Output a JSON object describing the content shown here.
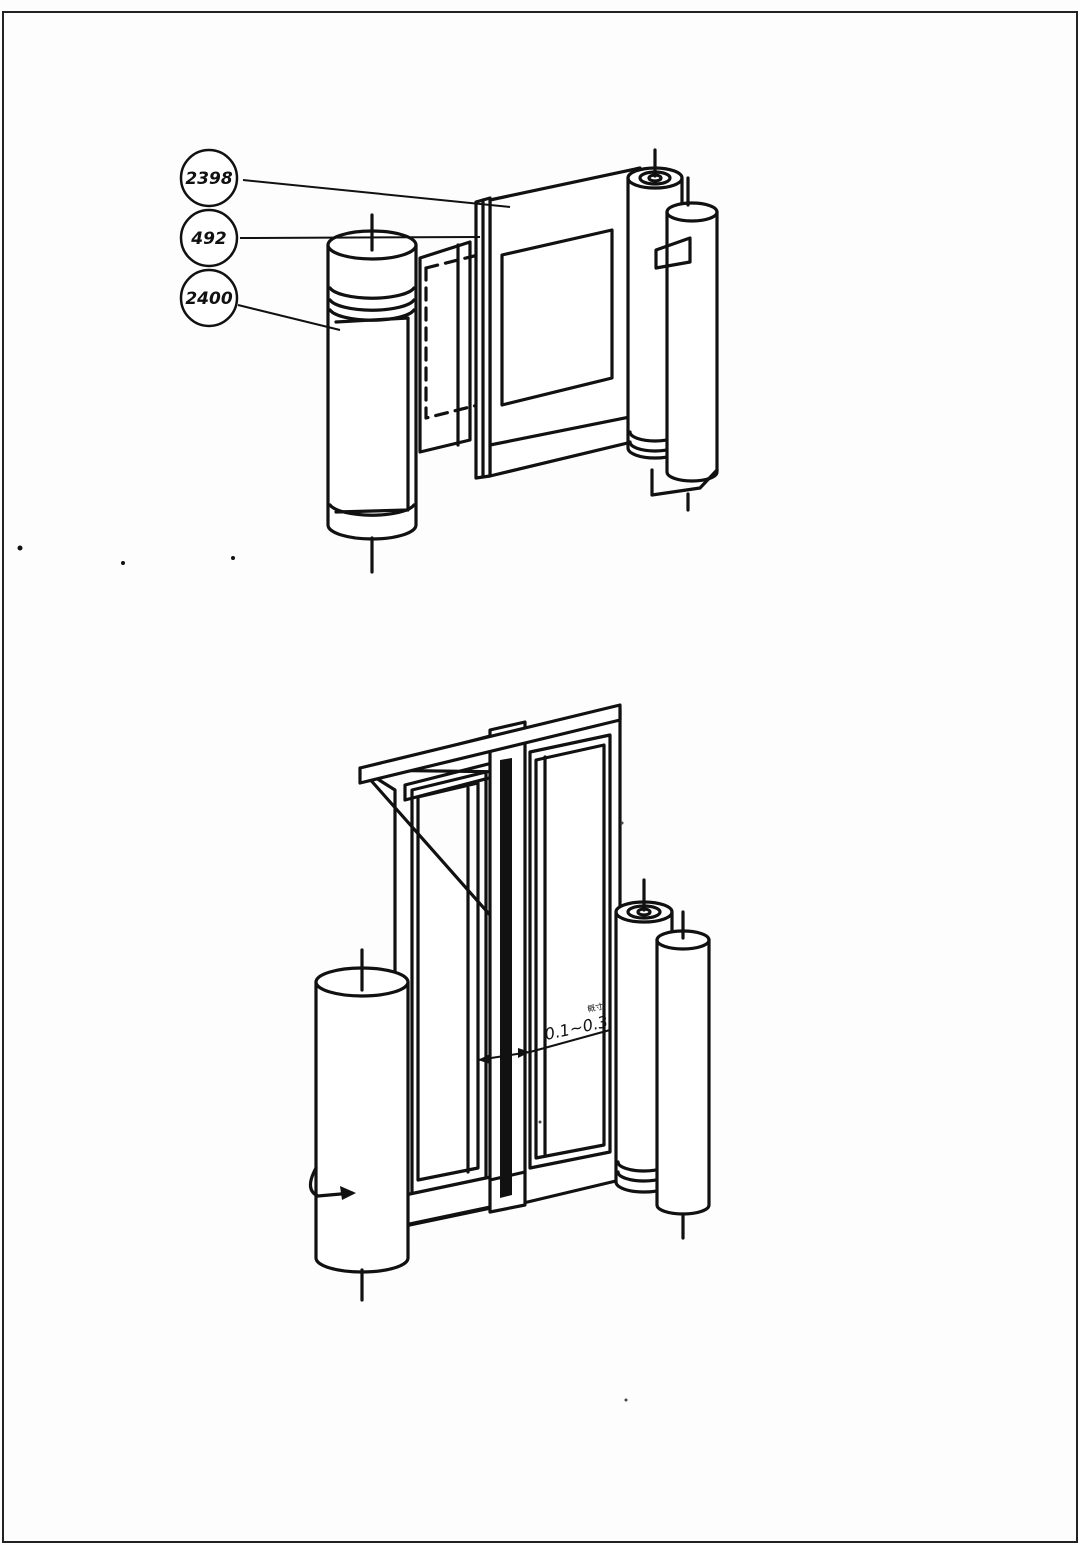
{
  "callouts": [
    {
      "id": "c1",
      "text": "2398"
    },
    {
      "id": "c2",
      "text": "492"
    },
    {
      "id": "c3",
      "text": "2400"
    }
  ],
  "dimension": {
    "value": "0.1~0.3",
    "tag": "概寸"
  }
}
